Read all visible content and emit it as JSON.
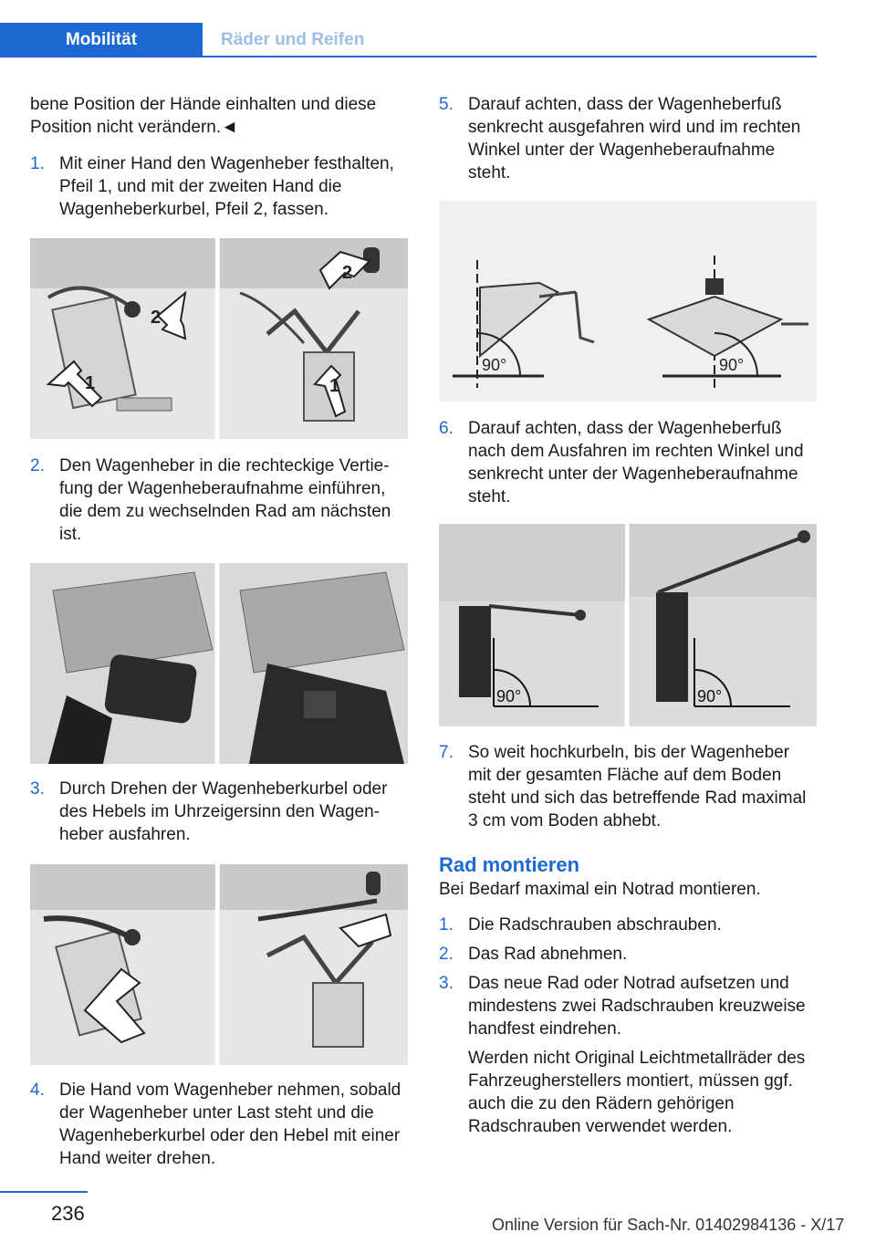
{
  "header": {
    "tab_active": "Mobilität",
    "tab_inactive": "Räder und Reifen"
  },
  "left": {
    "intro": "bene Position der Hände einhalten und diese Position nicht verändern.◄",
    "steps": [
      {
        "num": "1.",
        "text": "Mit einer Hand den Wagenheber festhal­ten, Pfeil 1, und mit der zweiten Hand die Wagenheberkurbel, Pfeil 2, fassen."
      },
      {
        "num": "2.",
        "text": "Den Wagenheber in die rechteckige Vertie­fung der Wagenheberaufnahme einführen, die dem zu wechselnden Rad am nächsten ist."
      },
      {
        "num": "3.",
        "text": "Durch Drehen der Wagenheberkurbel oder des Hebels im Uhrzeigersinn den Wagen­heber ausfahren."
      },
      {
        "num": "4.",
        "text": "Die Hand vom Wagenheber nehmen, so­bald der Wagenheber unter Last steht und die Wagenheberkurbel oder den Hebel mit einer Hand weiter drehen."
      }
    ],
    "fig1_labels": [
      "1",
      "2",
      "1",
      "2"
    ]
  },
  "right": {
    "steps_a": [
      {
        "num": "5.",
        "text": "Darauf achten, dass der Wagenheberfuß senkrecht ausgefahren wird und im rech­ten Winkel unter der Wagenheberauf­nahme steht."
      },
      {
        "num": "6.",
        "text": "Darauf achten, dass der Wagenheberfuß nach dem Ausfahren im rechten Winkel und senkrecht unter der Wagenheberauf­nahme steht."
      },
      {
        "num": "7.",
        "text": "So weit hochkurbeln, bis der Wagenheber mit der gesamten Fläche auf dem Boden steht und sich das betreffende Rad maxi­mal 3 cm vom Boden abhebt."
      }
    ],
    "angle_label": "90°",
    "section_title": "Rad montieren",
    "section_intro": "Bei Bedarf maximal ein Notrad montieren.",
    "steps_b": [
      {
        "num": "1.",
        "text": "Die Radschrauben abschrauben."
      },
      {
        "num": "2.",
        "text": "Das Rad abnehmen."
      },
      {
        "num": "3.",
        "text": "Das neue Rad oder Notrad aufsetzen und mindestens zwei Radschrauben kreuz­weise handfest eindrehen."
      }
    ],
    "note": "Werden nicht Original Leichtmetallräder des Fahrzeugherstellers montiert, müssen ggf. auch die zu den Rädern gehörigen Radschrauben verwendet werden."
  },
  "footer": {
    "page_number": "236",
    "online_version": "Online Version für Sach-Nr. 01402984136 - X/17"
  }
}
